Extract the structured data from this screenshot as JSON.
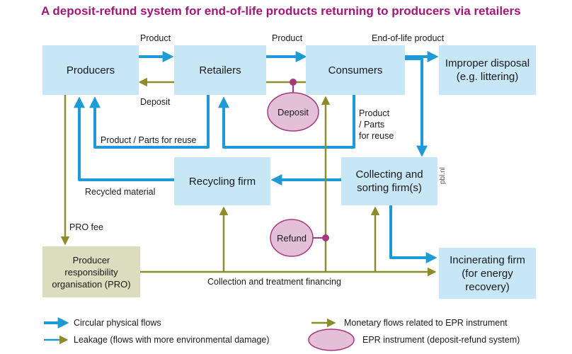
{
  "title": "A deposit-refund system for end-of-life products returning to producers via retailers",
  "nodes": {
    "producers": "Producers",
    "retailers": "Retailers",
    "consumers": "Consumers",
    "improper_disposal": "Improper disposal\n(e.g. littering)",
    "recycling_firm": "Recycling firm",
    "collecting_sorting": "Collecting and\nsorting firm(s)",
    "pro": "Producer\nresponsibility\norganisation (PRO)",
    "incinerating": "Incinerating firm\n(for energy\nrecovery)"
  },
  "instruments": {
    "deposit": "Deposit",
    "refund": "Refund"
  },
  "edge_labels": {
    "product_1": "Product",
    "product_2": "Product",
    "end_of_life": "End-of-life product",
    "deposit": "Deposit",
    "product_parts_reuse_1": "Product / Parts for reuse",
    "product_parts_reuse_2": "Product\n/ Parts\nfor reuse",
    "recycled_material": "Recycled material",
    "pro_fee": "PRO fee",
    "collection_financing": "Collection and treatment financing"
  },
  "credit": "pbl.nl",
  "legend": {
    "circular": "Circular physical flows",
    "leakage": "Leakage (flows with more environmental damage)",
    "monetary": "Monetary flows related to EPR instrument",
    "epr": "EPR instrument (deposit-refund system)"
  },
  "colors": {
    "title": "#a3157a",
    "box": "#c7e6f6",
    "pro_box": "#dcdcbe",
    "physical_flow": "#1e9ad6",
    "monetary_flow": "#8c8c2a",
    "instrument_fill": "#e3bfd8",
    "instrument_stroke": "#a5387e"
  }
}
